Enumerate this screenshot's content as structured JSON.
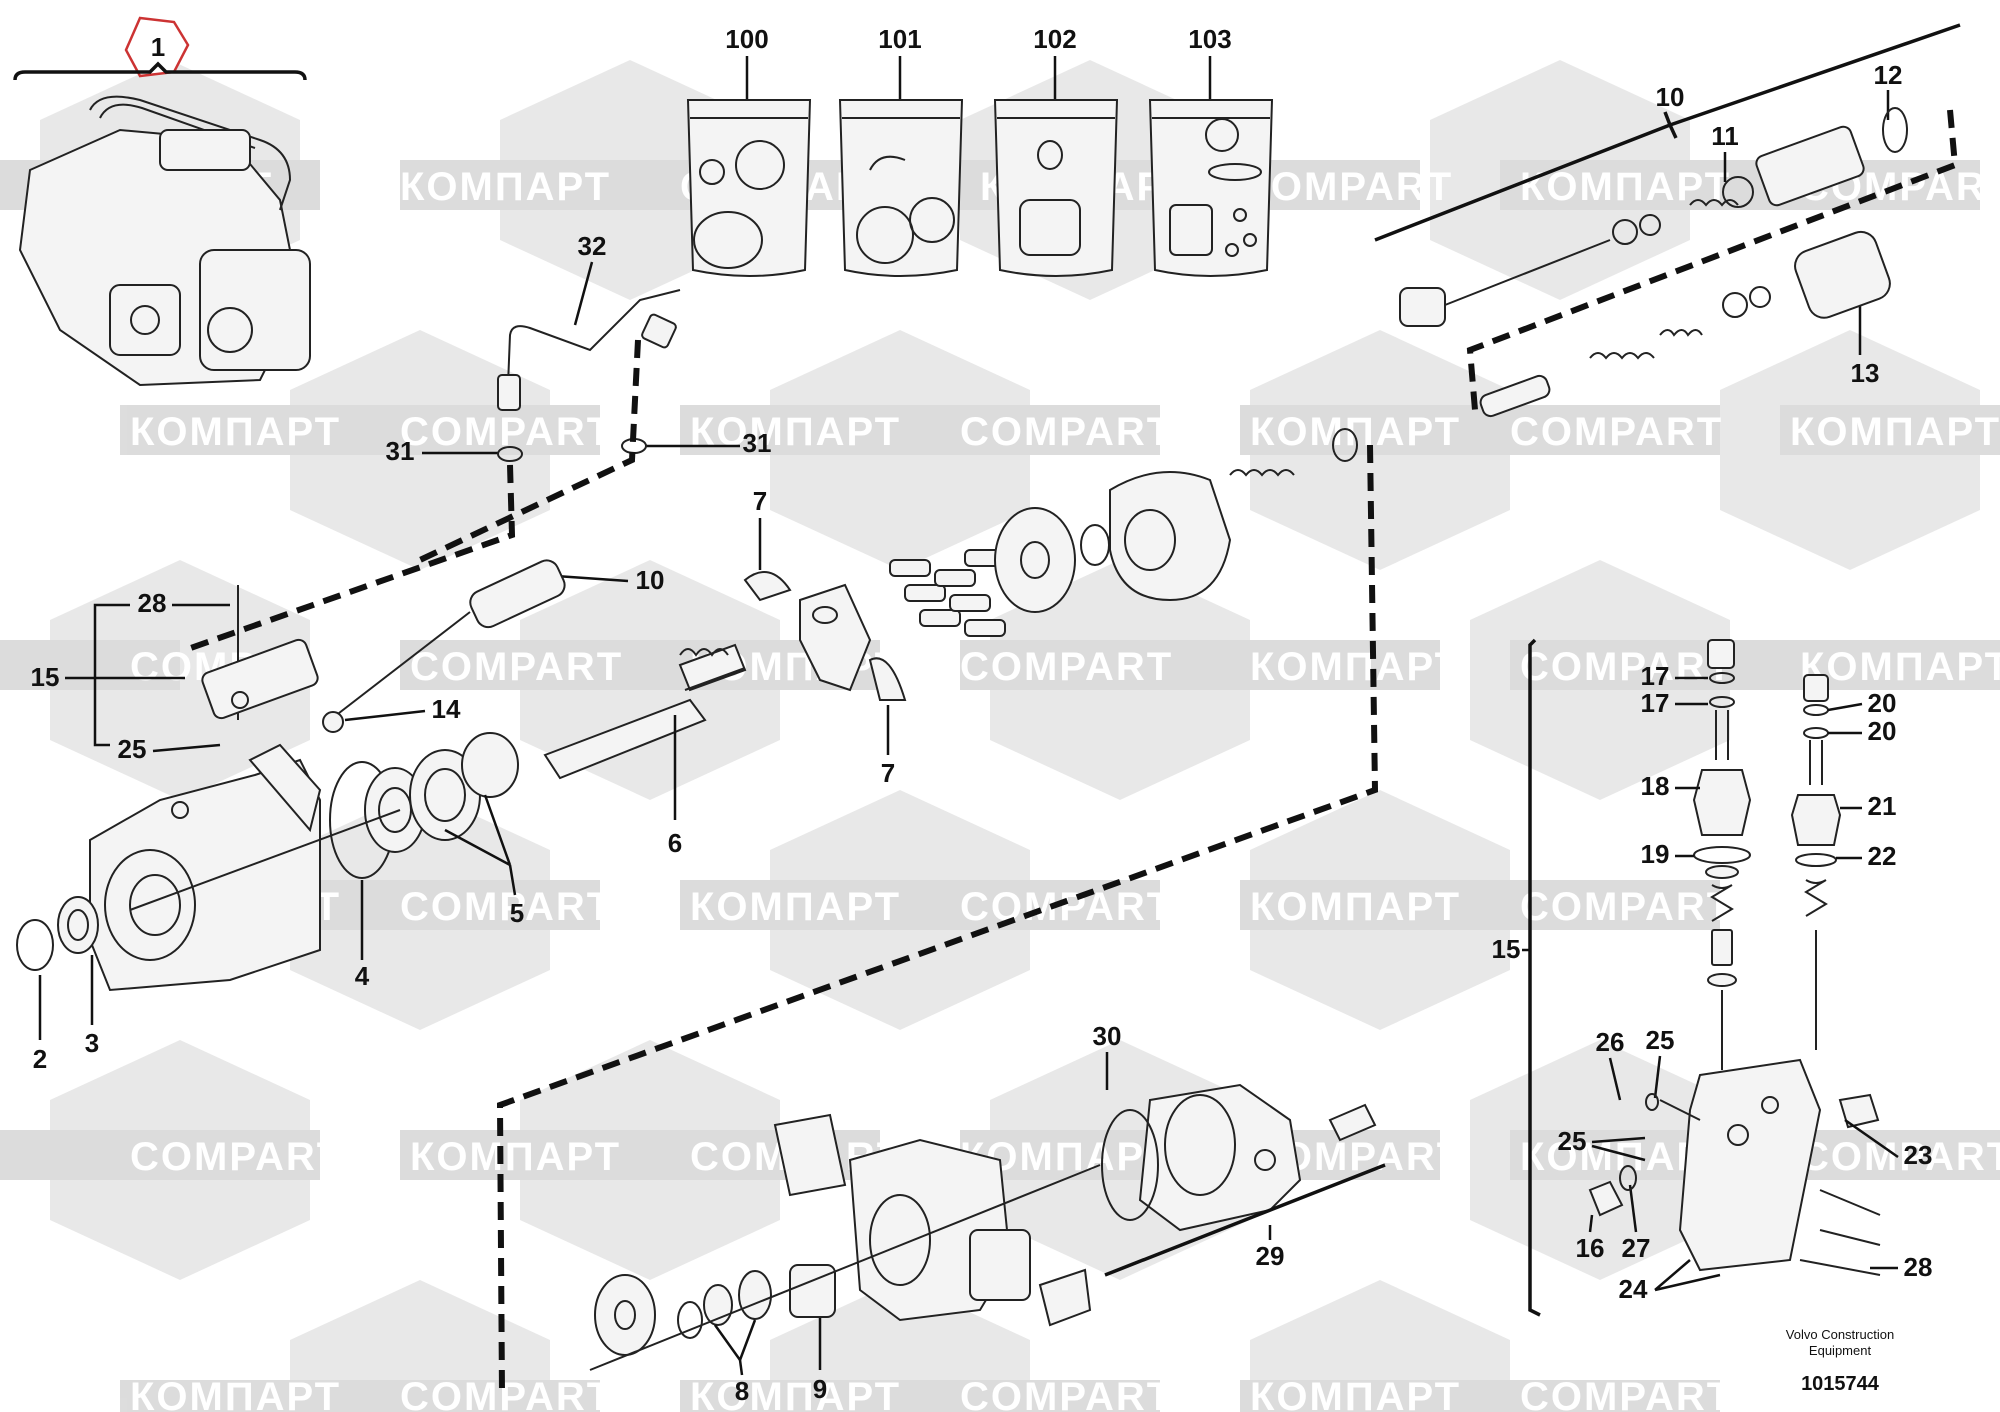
{
  "watermark": {
    "text_latin": "COMPART",
    "text_cyrillic": "КОМПАРТ"
  },
  "labels": {
    "n1": "1",
    "n2": "2",
    "n3": "3",
    "n4": "4",
    "n5": "5",
    "n6": "6",
    "n7a": "7",
    "n7b": "7",
    "n8": "8",
    "n9": "9",
    "n10a": "10",
    "n10b": "10",
    "n11": "11",
    "n12": "12",
    "n13": "13",
    "n14": "14",
    "n15a": "15",
    "n15b": "15",
    "n16": "16",
    "n17a": "17",
    "n17b": "17",
    "n18": "18",
    "n19": "19",
    "n20a": "20",
    "n20b": "20",
    "n21": "21",
    "n22": "22",
    "n23": "23",
    "n24": "24",
    "n25a": "25",
    "n25b": "25",
    "n25c": "25",
    "n26": "26",
    "n27": "27",
    "n28a": "28",
    "n28b": "28",
    "n29": "29",
    "n30": "30",
    "n31a": "31",
    "n31b": "31",
    "n32": "32",
    "n100": "100",
    "n101": "101",
    "n102": "102",
    "n103": "103"
  },
  "footer": {
    "company_line1": "Volvo Construction",
    "company_line2": "Equipment",
    "drawing_number": "1015744"
  }
}
